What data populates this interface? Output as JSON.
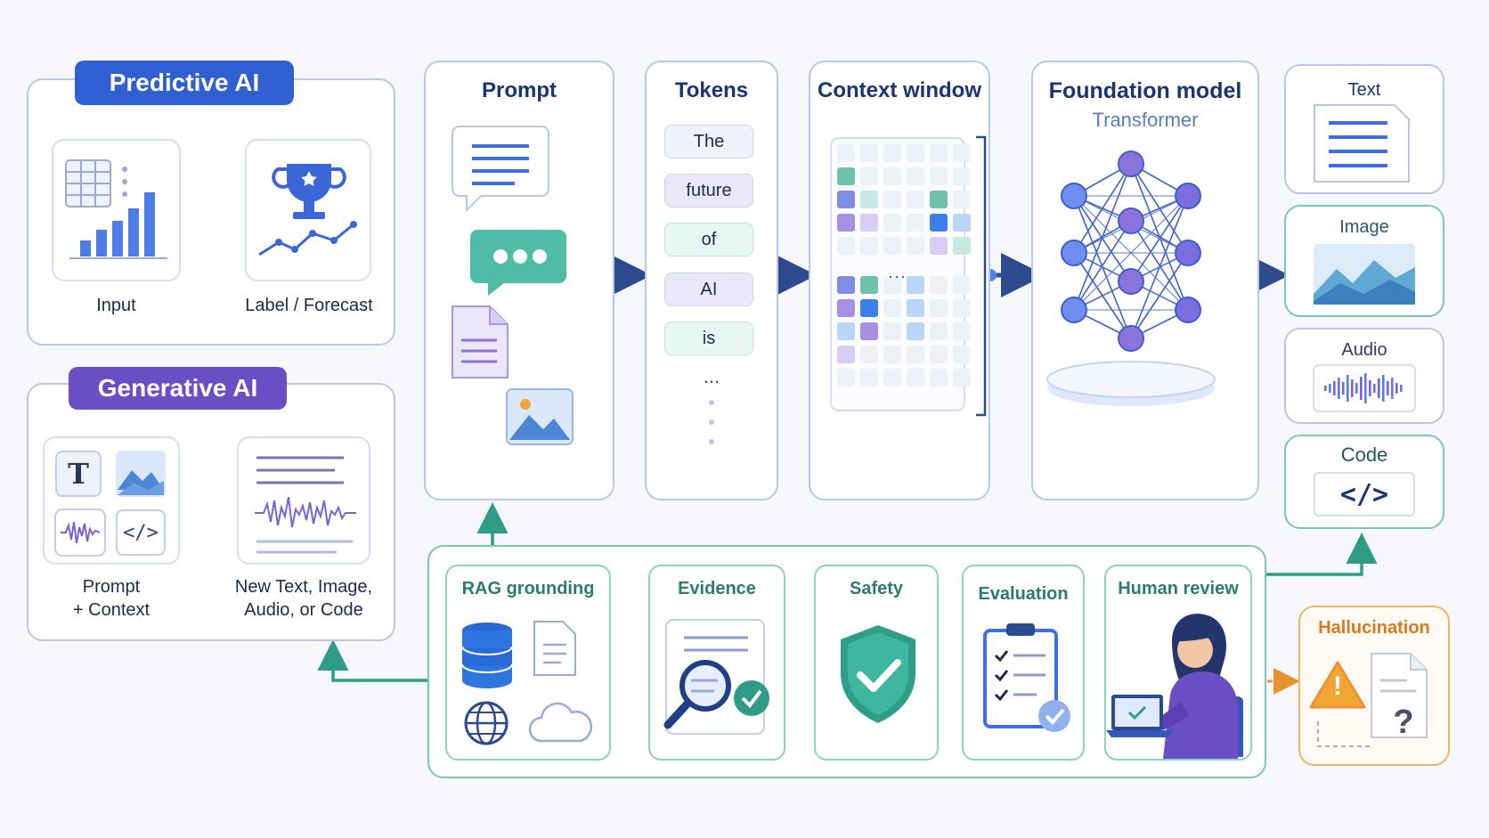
{
  "predictive": {
    "title": "Predictive AI",
    "input_label": "Input",
    "output_label": "Label / Forecast"
  },
  "generative": {
    "title": "Generative AI",
    "input_label_line1": "Prompt",
    "input_label_line2": "+ Context",
    "output_label_line1": "New Text, Image,",
    "output_label_line2": "Audio, or Code",
    "text_glyph": "T"
  },
  "pipeline": {
    "prompt_title": "Prompt",
    "tokens_title": "Tokens",
    "tokens": [
      "The",
      "future",
      "of",
      "AI",
      "is"
    ],
    "tokens_ellipsis": "...",
    "context_title": "Context window",
    "context_ellipsis": "...",
    "model_title": "Foundation model",
    "model_subtitle": "Transformer"
  },
  "outputs": {
    "text": "Text",
    "image": "Image",
    "audio": "Audio",
    "code": "Code",
    "code_glyph": "</>"
  },
  "grounding": {
    "rag": "RAG grounding",
    "evidence": "Evidence",
    "safety": "Safety",
    "evaluation": "Evaluation",
    "human_review": "Human review"
  },
  "hallucination": {
    "title": "Hallucination",
    "warning_glyph": "!",
    "question_glyph": "?"
  },
  "colors": {
    "blue": "#2f5fd0",
    "violet": "#6a4fc4",
    "teal": "#2e9c86",
    "orange": "#e8932f",
    "navy": "#1a3570"
  }
}
